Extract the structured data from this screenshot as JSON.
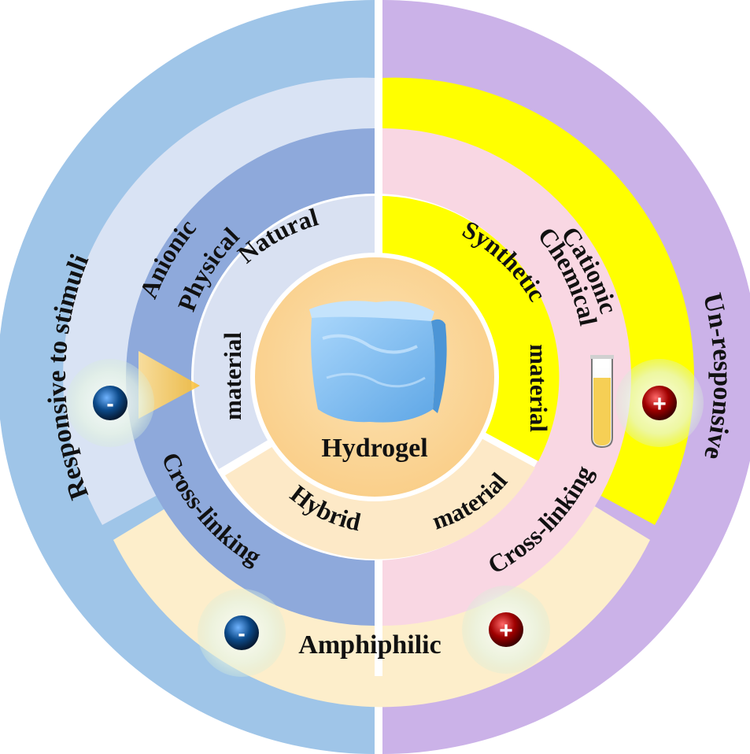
{
  "center": {
    "label": "Hydrogel"
  },
  "source_ring": {
    "natural": "Natural",
    "natural_sub": "material",
    "synthetic": "Synthetic",
    "synthetic_sub": "material",
    "hybrid": "Hybrid",
    "hybrid_sub": "material"
  },
  "crosslinking_ring": {
    "physical": "Physical",
    "physical_sub": "Cross-linking",
    "chemical": "Chemical",
    "chemical_sub": "Cross-linking"
  },
  "charge_ring": {
    "anionic": "Anionic",
    "cationic": "Cationic",
    "amphiphilic": "Amphiphilic"
  },
  "response_ring": {
    "responsive": "Responsive to stimuli",
    "unresponsive": "Un-responsive"
  },
  "charges": {
    "negative": "-",
    "positive": "+"
  },
  "colors": {
    "outer_left": "#9fc5e8",
    "outer_right": "#cbb2e8",
    "charge_left": "#d9e3f4",
    "charge_right_cationic": "#ffff00",
    "charge_amphiphilic": "#fdeecb",
    "crosslink_physical": "#8ea9db",
    "crosslink_chemical": "#f9d7e3",
    "source_natural": "#d9e1f2",
    "source_synthetic": "#ffff00",
    "source_hybrid": "#fde9c7",
    "center": "#fcd9a0",
    "anion_ball": "#0a3c6e",
    "cation_ball": "#8b0000",
    "cube": "#7fb9ec"
  }
}
